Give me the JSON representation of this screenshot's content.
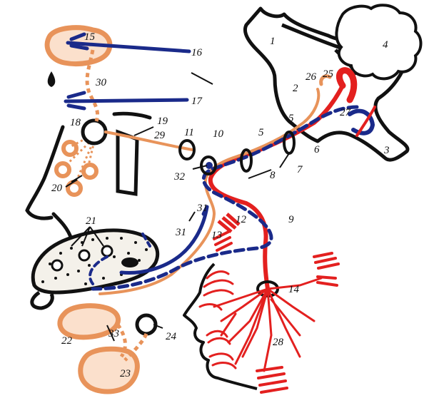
{
  "colors": {
    "nerve_sensory": "#e8935a",
    "nerve_motor": "#e3201f",
    "nerve_parasympathetic": "#1a2a8a",
    "outline": "#111111"
  },
  "labels": {
    "n1": "1",
    "n2": "2",
    "n3": "3",
    "n4": "4",
    "n5": "5",
    "n6": "6",
    "n7": "7",
    "n8": "8",
    "n9": "9",
    "n10": "10",
    "n11": "11",
    "n12": "12",
    "n13": "13",
    "n14": "14",
    "n15": "15",
    "n16": "16",
    "n17": "17",
    "n18": "18",
    "n19": "19",
    "n20": "20",
    "n21": "21",
    "n22": "22",
    "n23": "23",
    "n24": "24",
    "n25": "25",
    "n26": "26",
    "n27": "27",
    "n28": "28",
    "n29": "29",
    "n30": "30",
    "n31a": "31",
    "n31b": "31",
    "n32": "32",
    "n33": "33"
  }
}
